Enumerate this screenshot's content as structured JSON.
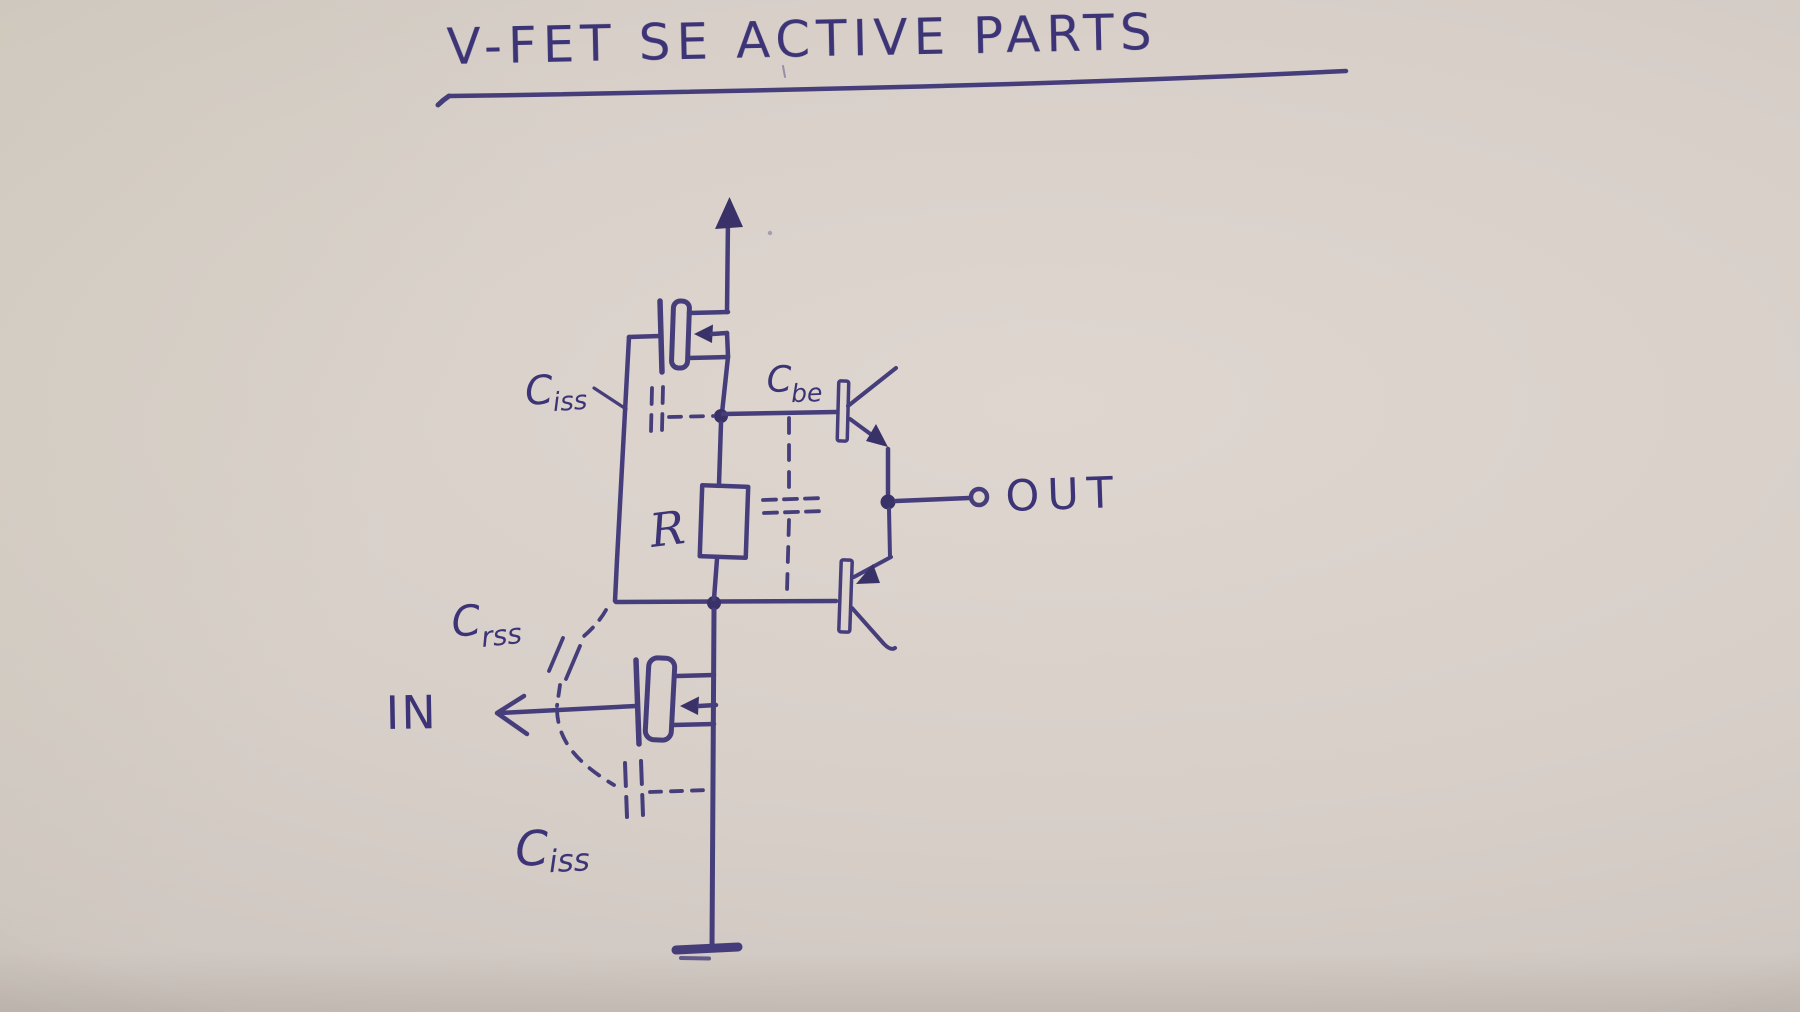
{
  "page": {
    "title": "V-FET SE ACTIVE PARTS"
  },
  "labels": {
    "ciss_top": {
      "main": "C",
      "sub": "iss"
    },
    "cbe": {
      "main": "C",
      "sub": "be"
    },
    "crss": {
      "main": "C",
      "sub": "rss"
    },
    "ciss_bottom": {
      "main": "C",
      "sub": "iss"
    },
    "resistor": "R",
    "input": "IN",
    "output": "OUT"
  },
  "symbols": {
    "power": "up-arrow-icon",
    "ground": "ground-bar-icon",
    "output_terminal": "open-circle-terminal-icon",
    "junction": "solder-dot-icon",
    "parasitic_capacitors": "dashed-capacitor-icon",
    "transistors": [
      "v-fet-symbol",
      "v-fet-symbol",
      "npn-transistor-symbol",
      "pnp-transistor-symbol"
    ]
  },
  "colors": {
    "ink": "#3c3476",
    "ink_dark": "#2e2762",
    "paper": "#d7cfc8"
  }
}
